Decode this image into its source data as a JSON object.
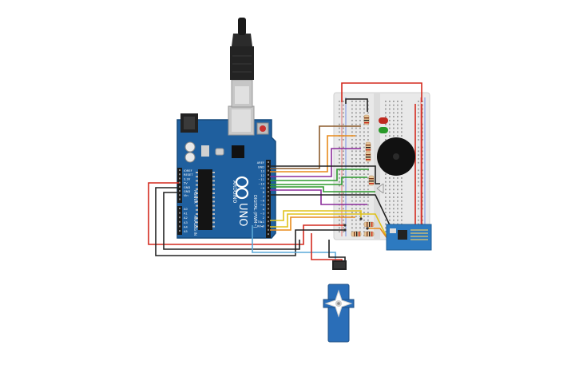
{
  "board": {
    "brand": "ARDUINO",
    "model": "UNO",
    "digital_label": "DIGITAL (PWM~)",
    "analog_label": "ANALOG IN",
    "power_label": "POWER",
    "power_pins": [
      "IOREF",
      "RESET",
      "3.3V",
      "5V",
      "GND",
      "GND",
      "Vin"
    ],
    "analog_pins": [
      "A0",
      "A1",
      "A2",
      "A3",
      "A4",
      "A5"
    ],
    "digital_pins": [
      "AREF",
      "GND",
      "13",
      "12",
      "~11",
      "~10",
      "~9",
      "8",
      "7",
      "~6",
      "~5",
      "4",
      "~3",
      "2",
      "TX▸1",
      "RX◂0"
    ],
    "color": "#1f5f9e"
  },
  "wire_colors": {
    "red": "#d42a1e",
    "black": "#222222",
    "brown": "#8b5a2b",
    "green": "#2e9a2e",
    "purple": "#8a2b9a",
    "yellow": "#e0c21a",
    "orange": "#e88a1a",
    "blue": "#5aa8d8"
  },
  "icons": [
    "usb-plug-icon",
    "reset-button-icon",
    "arduino-infinity-logo-icon",
    "piezo-buzzer-icon",
    "servo-horn-icon"
  ]
}
